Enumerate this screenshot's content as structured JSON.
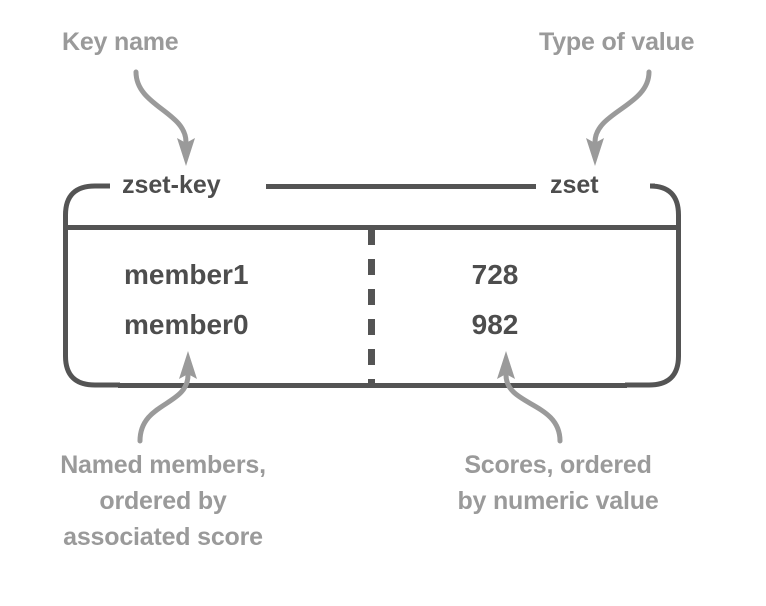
{
  "diagram": {
    "title_annotations": {
      "key_name": "Key name",
      "type_of_value": "Type of value"
    },
    "header": {
      "key_label": "zset-key",
      "type_label": "zset"
    },
    "rows": [
      {
        "member": "member1",
        "score": "728"
      },
      {
        "member": "member0",
        "score": "982"
      }
    ],
    "captions": {
      "members": "Named members,\nordered by\nassociated score",
      "scores": "Scores, ordered\nby numeric value"
    },
    "colors": {
      "annotation_gray": "#9a9a9a",
      "box_stroke": "#545454",
      "value_text": "#4d4d4d",
      "background": "#ffffff"
    }
  }
}
